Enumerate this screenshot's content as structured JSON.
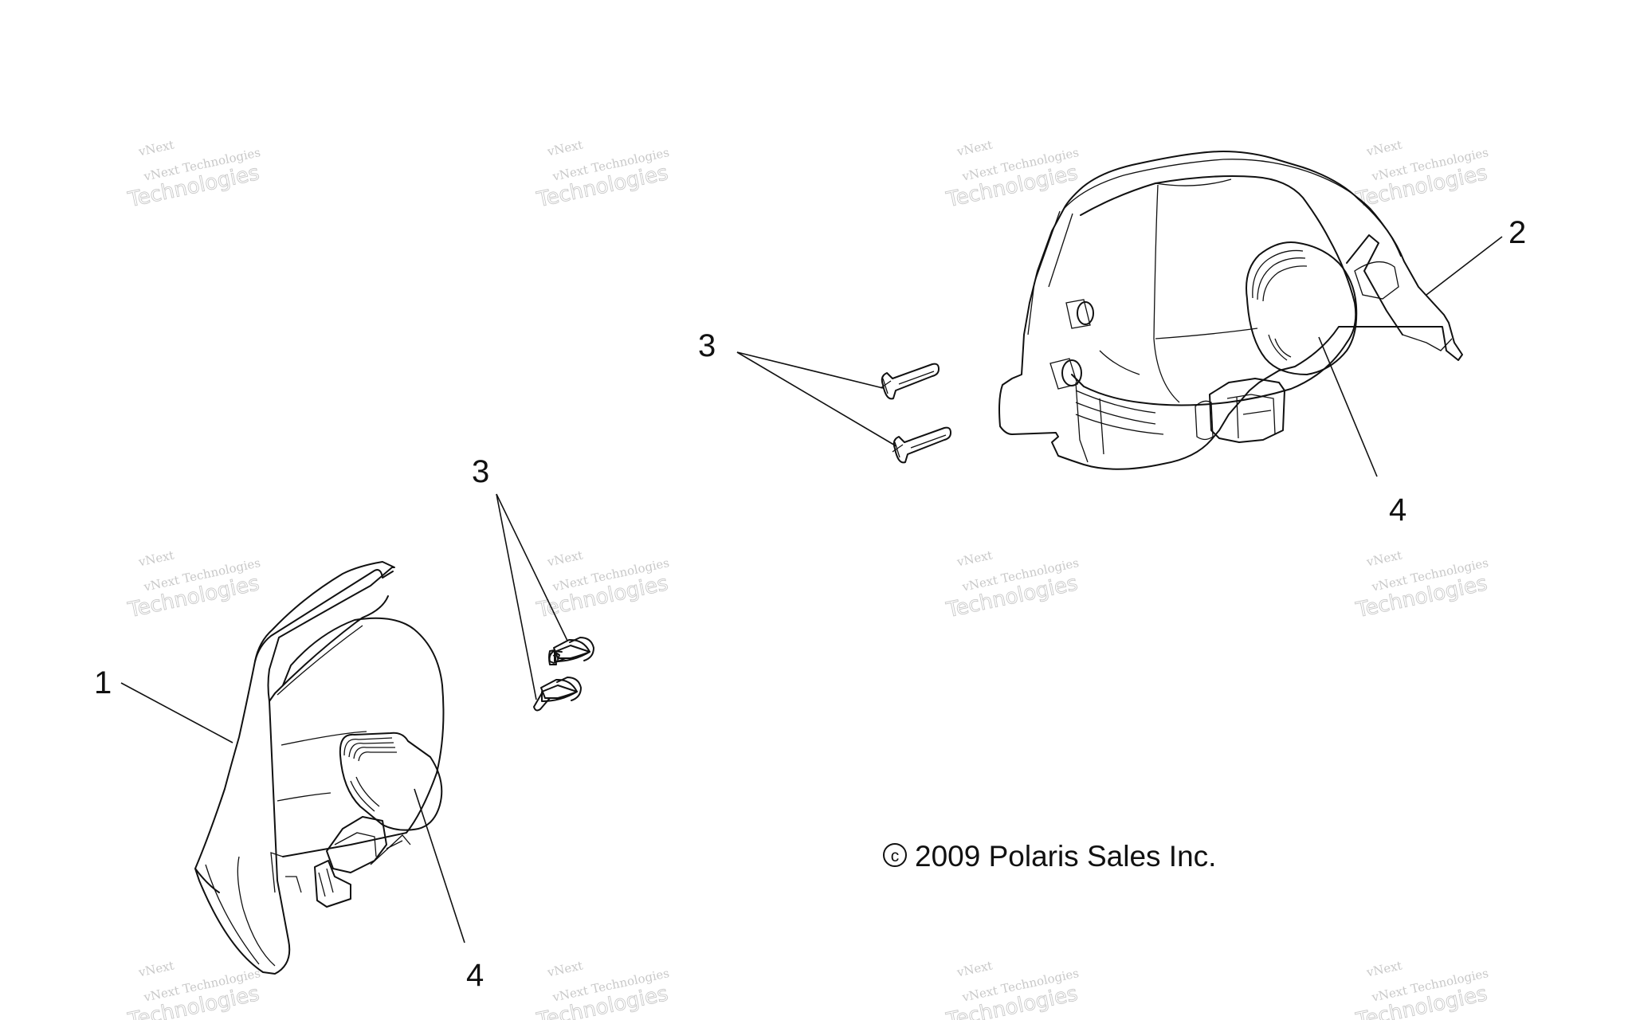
{
  "callouts": {
    "part_1": "1",
    "part_2": "2",
    "part_3_top": "3",
    "part_3_left": "3",
    "part_4_left": "4",
    "part_4_right": "4"
  },
  "copyright": {
    "symbol": "c",
    "text": "2009 Polaris Sales Inc."
  },
  "watermark": {
    "line1": "vNext Technologies",
    "line2": "vNext",
    "line3": "Technologies"
  }
}
